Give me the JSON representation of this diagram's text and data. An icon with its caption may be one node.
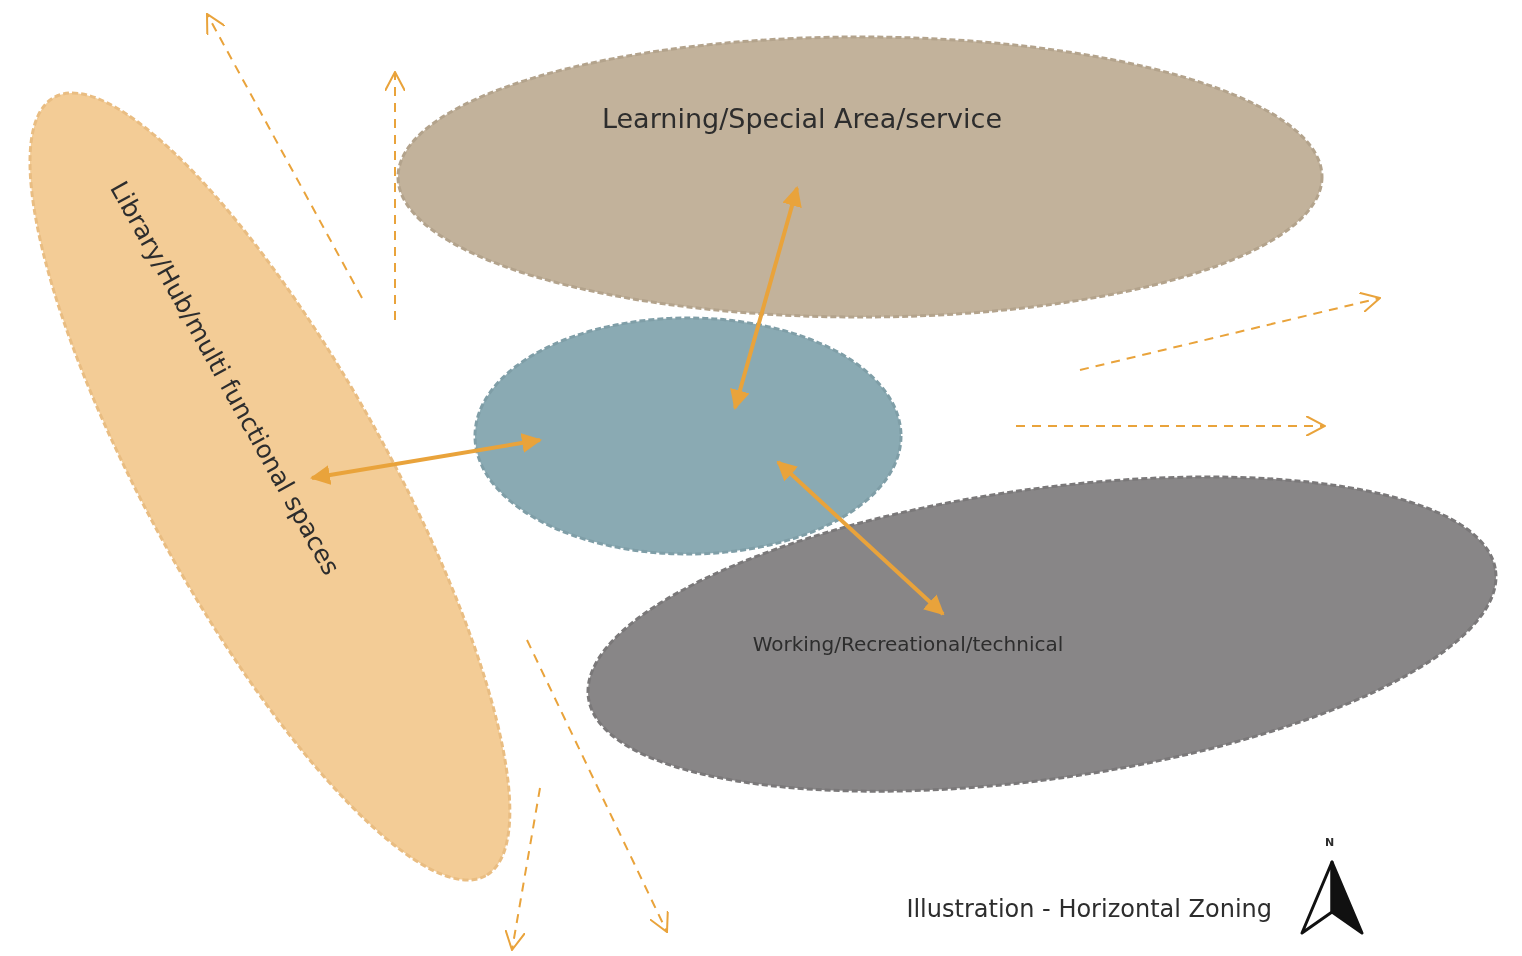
{
  "diagram": {
    "caption": "Illustration - Horizontal Zoning",
    "nodes": [
      {
        "text": [
          "Library/Hub/multi functional spaces"
        ]
      },
      {
        "text": [
          "Learning/Special Area/service"
        ]
      },
      {
        "text": [],
        "shape": "ellipse"
      },
      {
        "text": [
          "Working/Recreational/technical"
        ]
      }
    ],
    "edges": [
      {
        "from": 0,
        "to": 2,
        "arrow": "both"
      },
      {
        "from": 1,
        "to": 2,
        "arrow": "both"
      },
      {
        "from": 2,
        "to": 3,
        "arrow": "both"
      }
    ],
    "labels": [
      "N"
    ]
  }
}
